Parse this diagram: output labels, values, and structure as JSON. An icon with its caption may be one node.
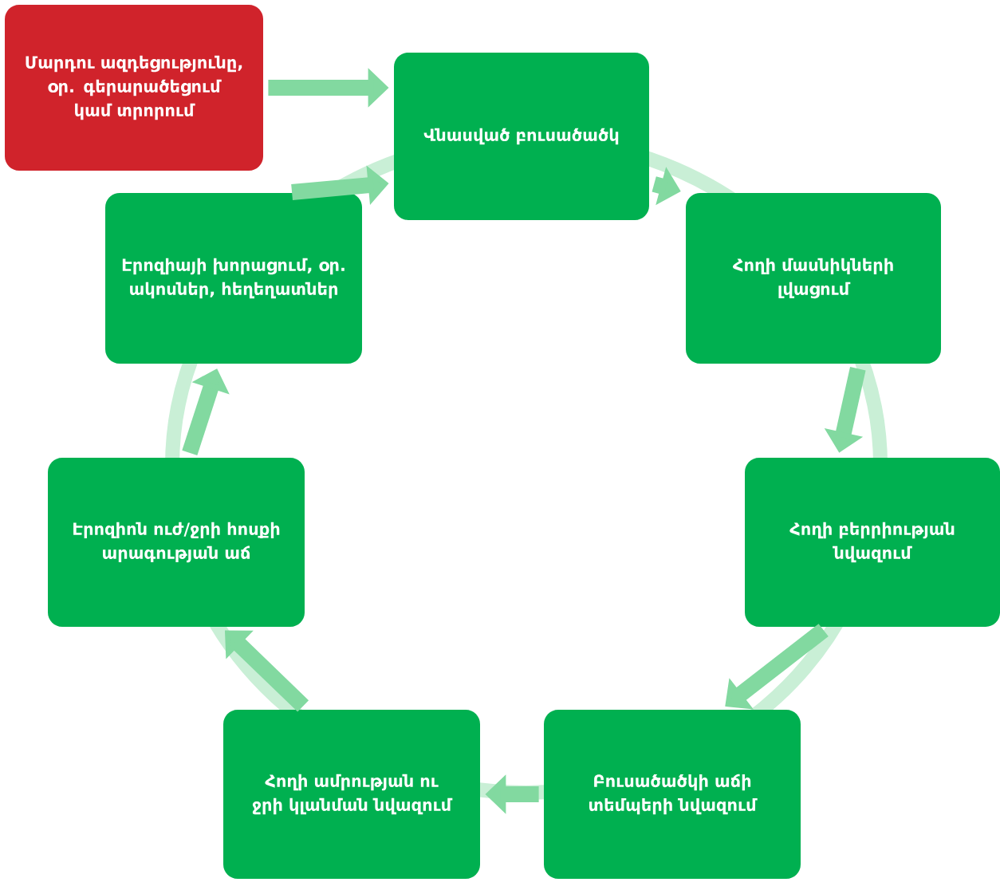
{
  "diagram": {
    "nodes": [
      {
        "text": [
          "Մարդու ազդեցությունը, օր. գերարածեցում կամ տրորում"
        ]
      },
      {
        "text": [
          "Վնասված բուսածածկ"
        ]
      },
      {
        "text": [
          "Հողի մասնիկների լվացում"
        ]
      },
      {
        "text": [
          "Հողի բերրիության նվազում"
        ]
      },
      {
        "text": [
          "Բուսածածկի աճի տեմպերի նվազում"
        ]
      },
      {
        "text": [
          "Հողի ամրության ու ջրի կլանման նվազում"
        ]
      },
      {
        "text": [
          "Էրոզիոն ուժ/ջրի հոսքի արագության աճ"
        ]
      },
      {
        "text": [
          "Էրոզիայի խորացում, օր. ակոսներ, հեղեղատներ"
        ]
      }
    ],
    "edges": [
      {
        "from": 0,
        "to": 1,
        "arrow": "to"
      },
      {
        "from": 1,
        "to": 2,
        "arrow": "to"
      },
      {
        "from": 2,
        "to": 3,
        "arrow": "to"
      },
      {
        "from": 3,
        "to": 4,
        "arrow": "to"
      },
      {
        "from": 4,
        "to": 5,
        "arrow": "to"
      },
      {
        "from": 5,
        "to": 6,
        "arrow": "to"
      },
      {
        "from": 6,
        "to": 7,
        "arrow": "to"
      },
      {
        "from": 7,
        "to": 1,
        "arrow": "to"
      }
    ]
  }
}
